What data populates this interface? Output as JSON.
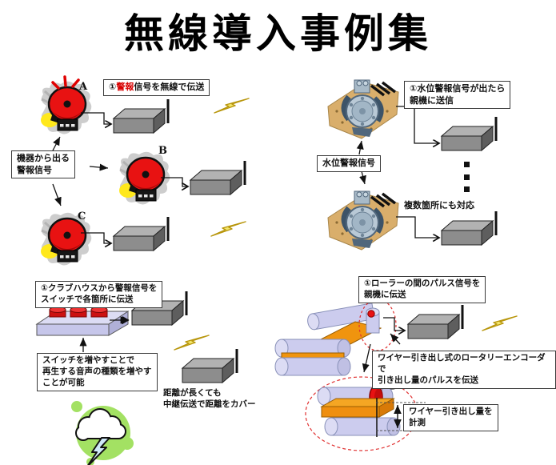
{
  "title": "無線導入事例集",
  "colors": {
    "accent_red": "#d80000",
    "bell_red": "#e81212",
    "device_gray": "#8d8d8d",
    "lightning_yellow": "#f3e66b",
    "belt_orange": "#f0940e",
    "roller_lavender": "#ccccee",
    "mascot_green": "#a3e163",
    "dashed_red": "#e03030"
  },
  "case_alarm": {
    "caption_no": "①",
    "caption_highlight": "警報",
    "caption_rest": "信号を無線で伝送",
    "source_label": "機器から出る\n警報信号",
    "bell_a": "A",
    "bell_b": "B",
    "bell_c": "C"
  },
  "case_pump": {
    "caption": "①水位警報信号が出たら\n親機に送信",
    "signal_label": "水位警報信号",
    "multi_note": "複数箇所にも対応"
  },
  "case_switch": {
    "caption": "①クラブハウスから警報信号を\nスイッチで各箇所に伝送",
    "expand_note": "スイッチを増やすことで\n再生する音声の種類を増やす\nことが可能",
    "relay_note": "距離が長くても\n中継伝送で距離をカバー"
  },
  "case_roller": {
    "caption": "①ローラーの間のパルス信号を\n親機に伝送",
    "encoder_note": "ワイヤー引き出し式のロータリーエンコーダで\n引き出し量のパルスを伝送",
    "measure_note": "ワイヤー引き出し量を\n計測"
  }
}
